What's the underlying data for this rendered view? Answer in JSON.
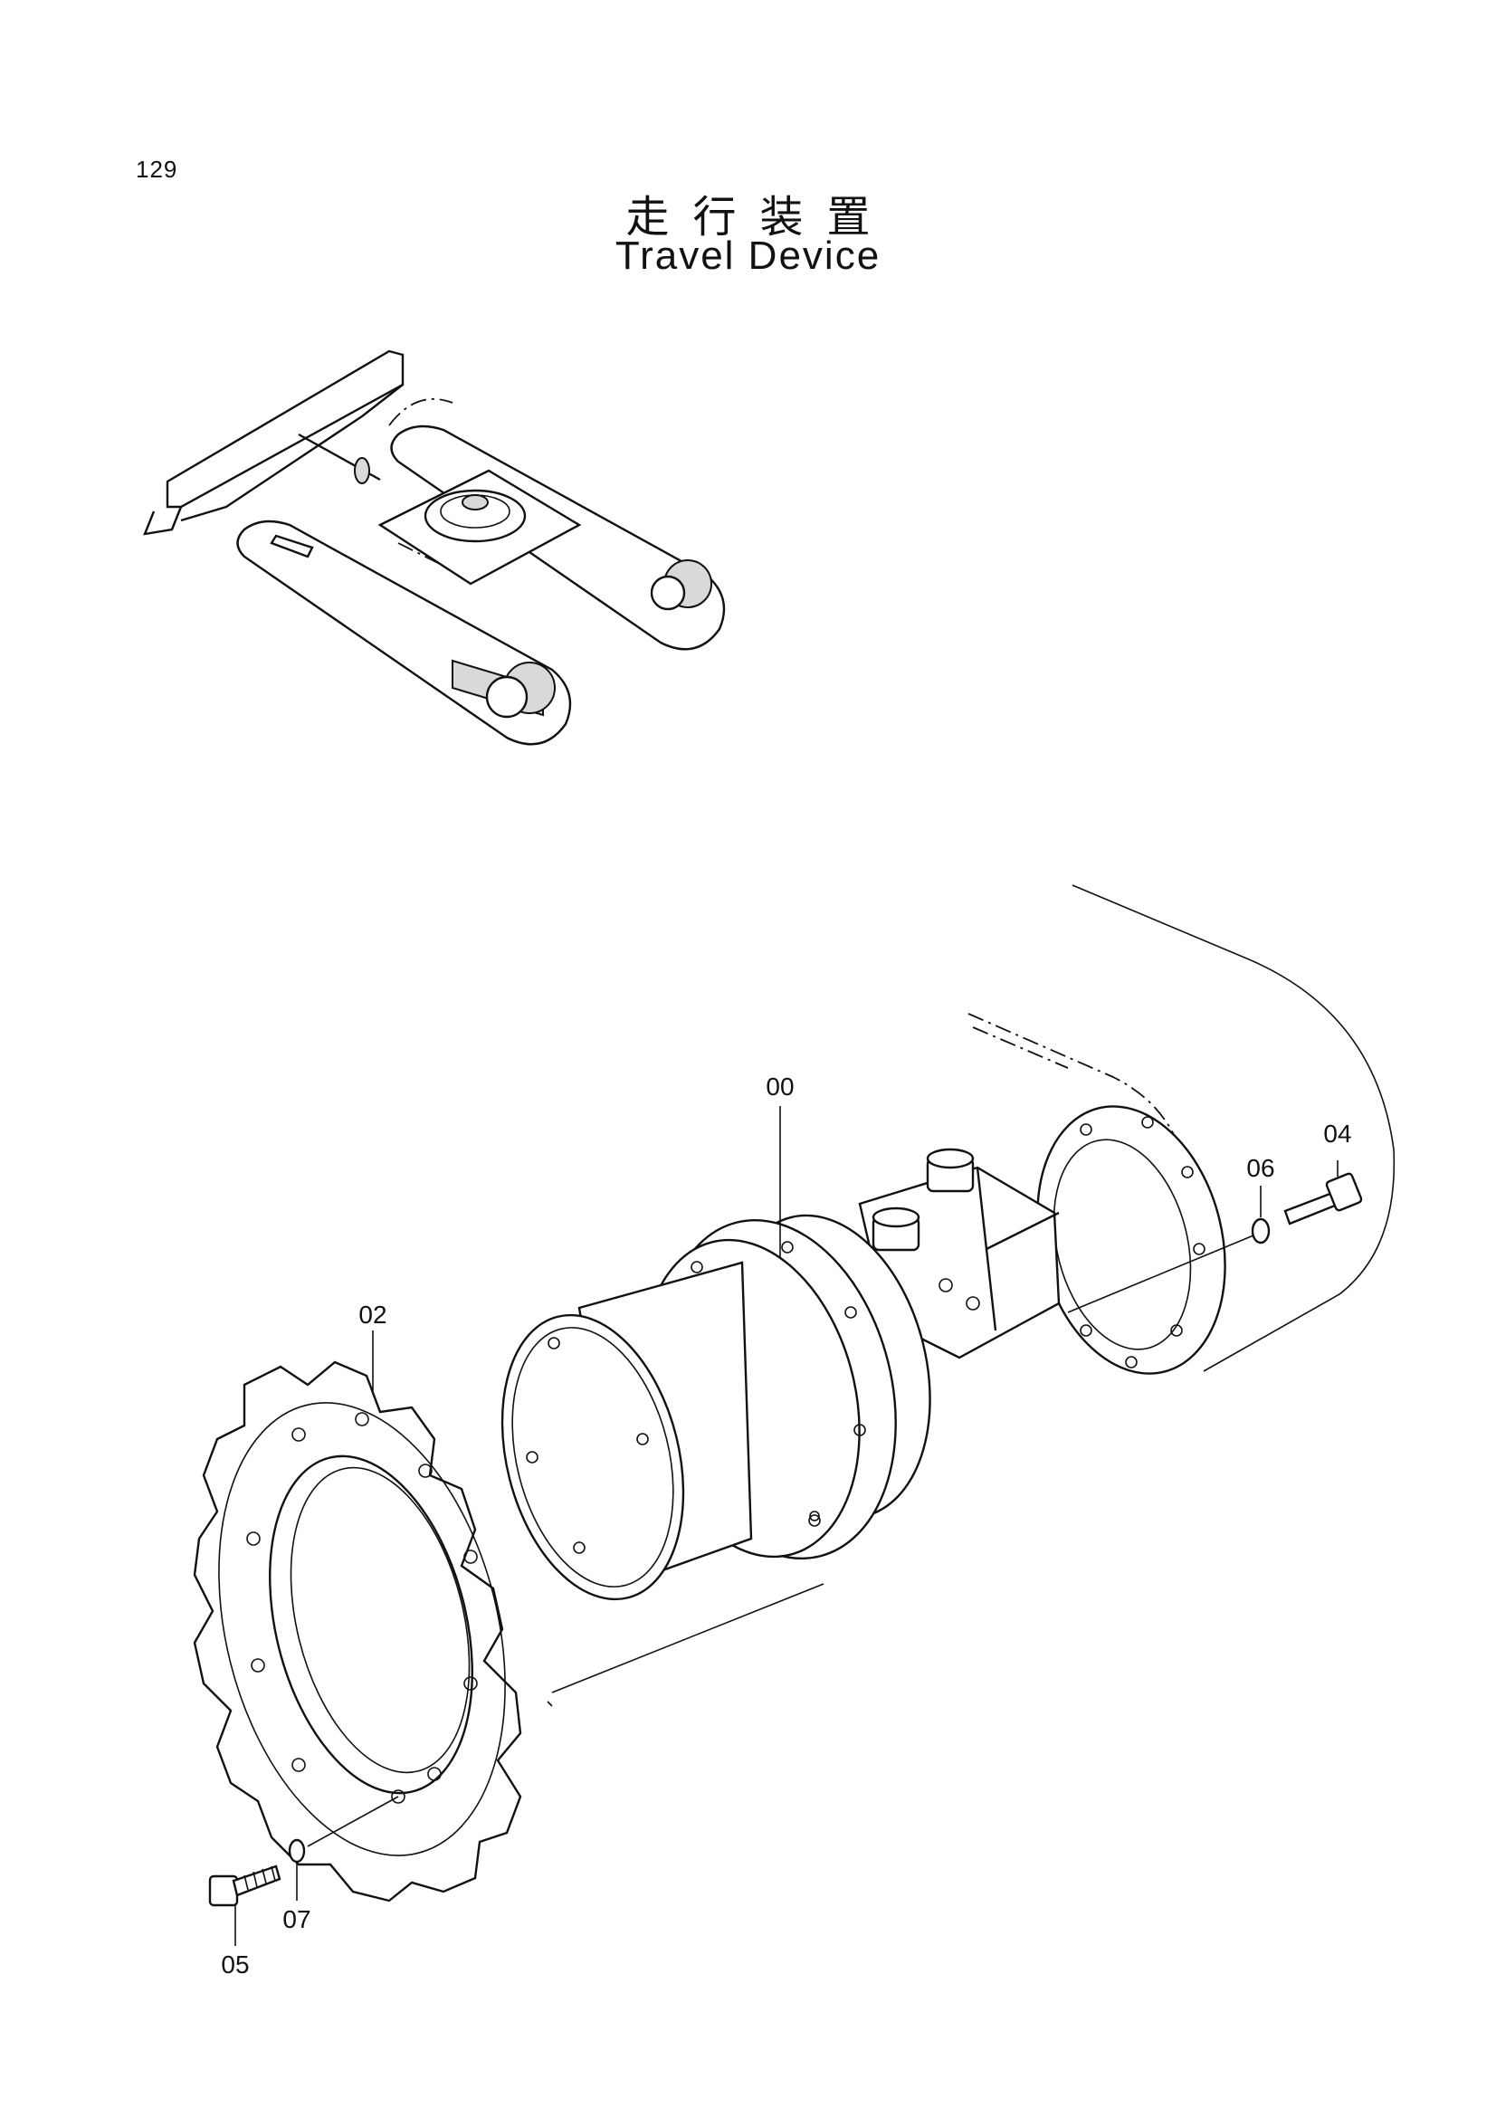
{
  "page_number": "129",
  "title_jp": "走行装置",
  "title_en": "Travel Device",
  "callouts": {
    "c00": "00",
    "c02": "02",
    "c04": "04",
    "c05": "05",
    "c06": "06",
    "c07": "07"
  }
}
